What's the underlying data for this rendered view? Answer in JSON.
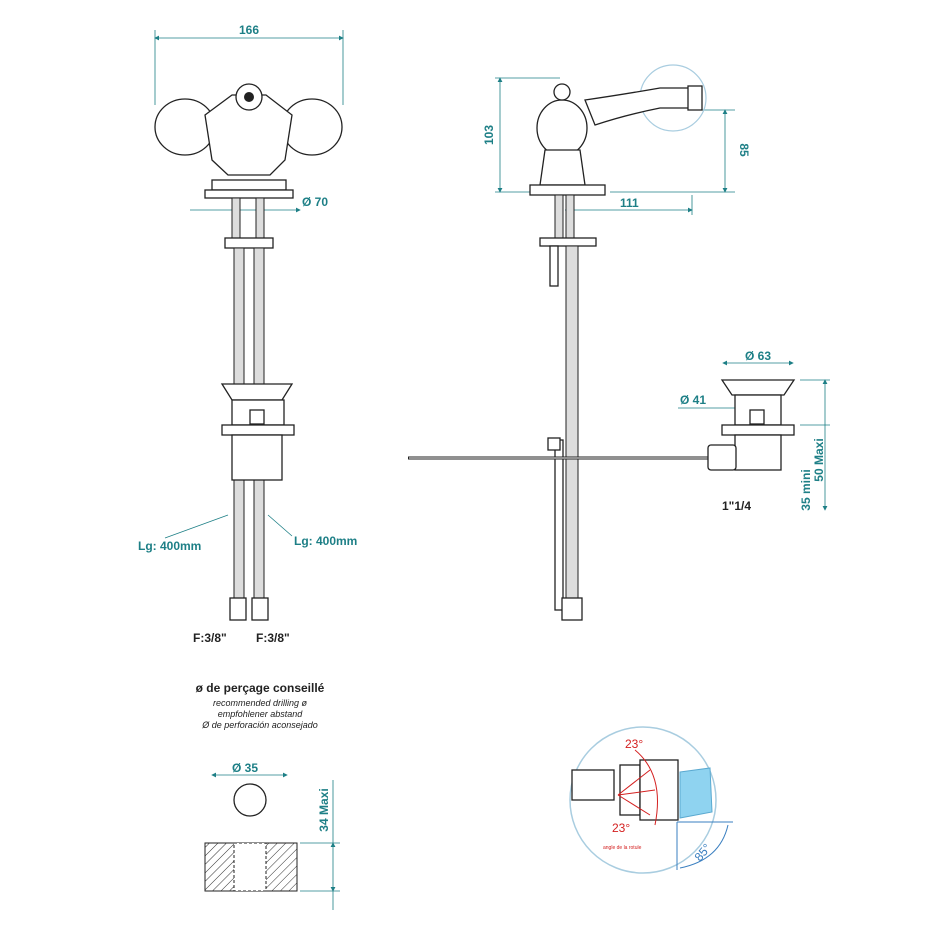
{
  "dimensions": {
    "front_width": "166",
    "front_base_dia": "Ø 70",
    "side_height": "103",
    "side_spout_height": "85",
    "side_reach": "111",
    "waste_dia_top": "Ø 63",
    "waste_dia_hole": "Ø 41",
    "waste_range": "35 mini",
    "waste_range_max": "50 Maxi",
    "waste_thread": "1\"1/4",
    "hose_left": "Lg: 400mm",
    "hose_right": "Lg: 400mm",
    "conn_left": "F:3/8\"",
    "conn_right": "F:3/8\"",
    "drill_dia": "Ø 35",
    "drill_max": "34 Maxi"
  },
  "drilling": {
    "title": "ø de perçage conseillé",
    "en": "recommended drilling ø",
    "de": "empfohlener abstand",
    "es": "Ø de perforación aconsejado"
  },
  "detail": {
    "angle_top": "23°",
    "angle_bottom": "23°",
    "angle_label": "angle de la rotule",
    "angle_spray": "85°"
  },
  "colors": {
    "dimension": "#1d7f86",
    "detail": "#d42020",
    "circle": "#a9cde0"
  }
}
